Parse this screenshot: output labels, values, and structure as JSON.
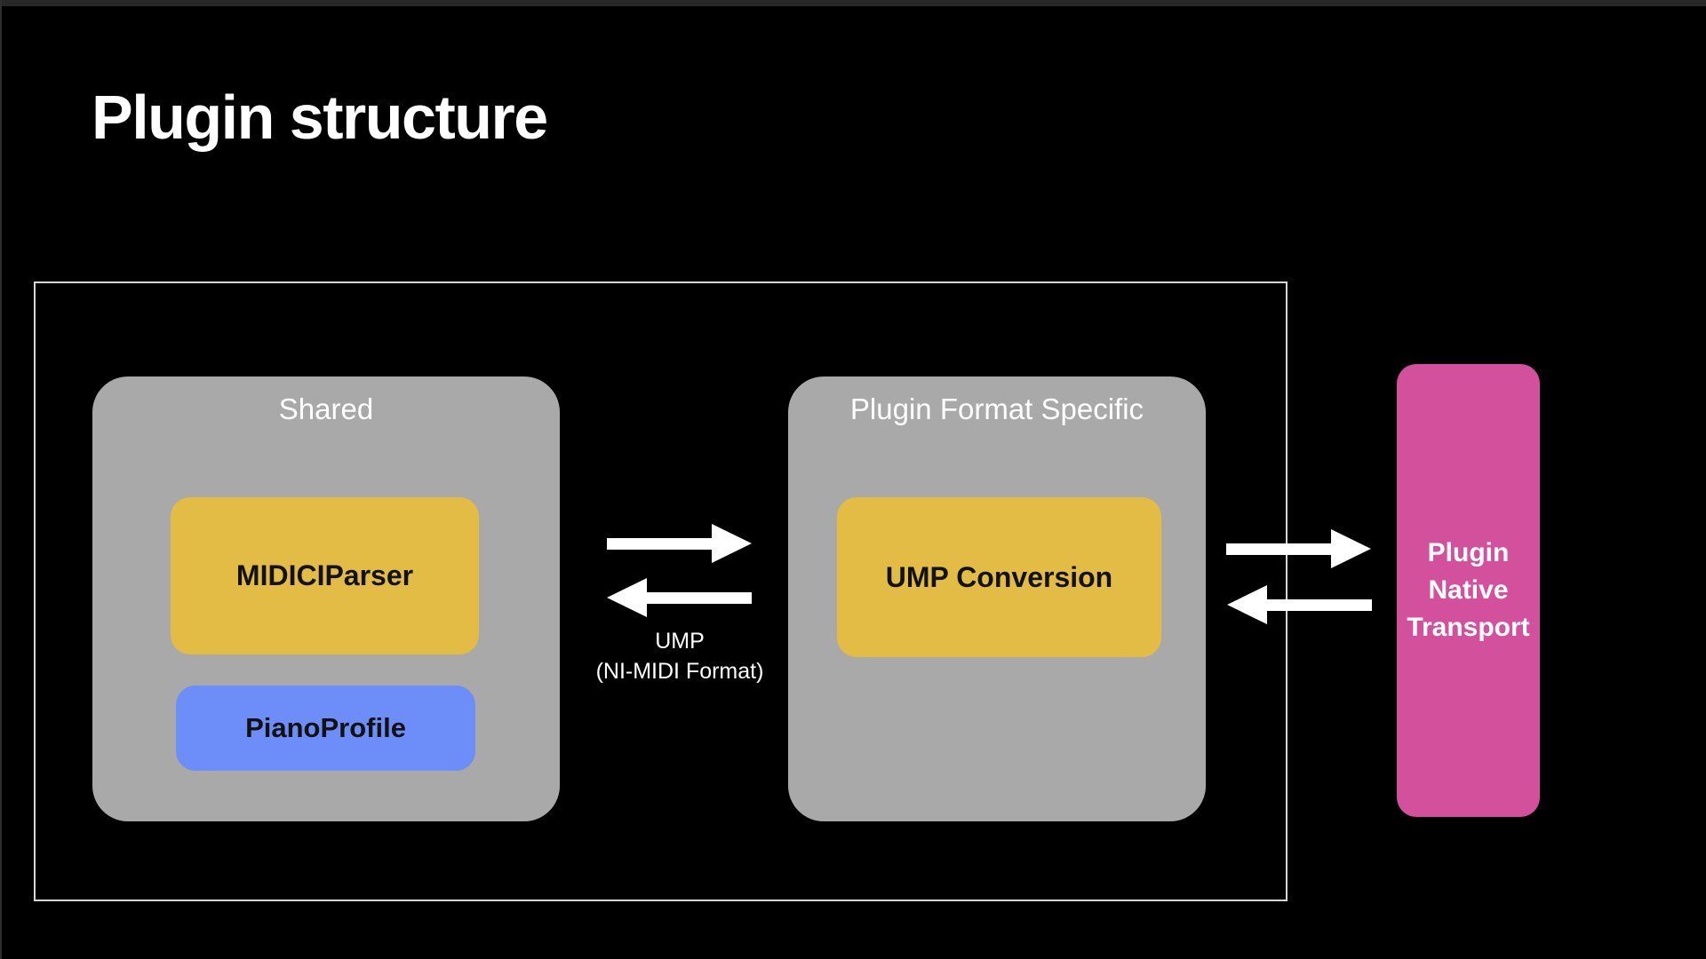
{
  "slide": {
    "title": "Plugin structure",
    "background_color": "#000000",
    "top_strip_color": "#282828"
  },
  "colors": {
    "group_gray": "#a9a9a9",
    "module_yellow": "#e3bc45",
    "module_blue": "#6d8df8",
    "transport_pink": "#d3509d",
    "outer_border": "#d6d6d6",
    "arrow_white": "#ffffff",
    "label_light": "#ffffff",
    "label_dark": "#121212"
  },
  "diagram": {
    "outer_group": {
      "shared": {
        "label": "Shared",
        "modules": [
          {
            "label": "MIDICIParser",
            "color": "#e3bc45"
          },
          {
            "label": "PianoProfile",
            "color": "#6d8df8"
          }
        ]
      },
      "plugin_format_specific": {
        "label": "Plugin Format Specific",
        "modules": [
          {
            "label": "UMP Conversion",
            "color": "#e3bc45"
          }
        ]
      }
    },
    "transport": {
      "label": "Plugin\nNative\nTransport",
      "color": "#d3509d"
    },
    "links": {
      "shared_to_format": {
        "label_line1": "UMP",
        "label_line2": "(NI-MIDI Format)",
        "icons": [
          "arrow-right-icon",
          "arrow-left-icon"
        ]
      },
      "format_to_transport": {
        "icons": [
          "arrow-right-icon",
          "arrow-left-icon"
        ]
      }
    }
  }
}
